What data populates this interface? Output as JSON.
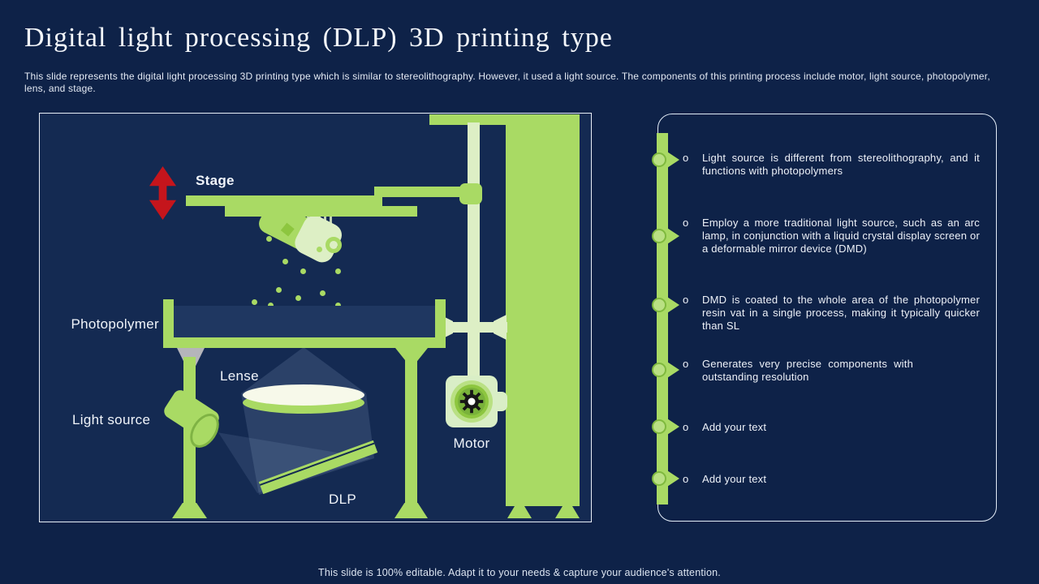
{
  "slide": {
    "title": "Digital light processing (DLP) 3D printing type",
    "subtitle": "This slide represents the digital light processing 3D printing type which is similar to stereolithography. However, it used a light source. The components of this printing process include motor, light source, photopolymer, lens, and stage.",
    "footer": "This slide is 100% editable. Adapt it to your needs & capture your audience's attention."
  },
  "diagram": {
    "labels": {
      "stage": "Stage",
      "photopolymer": "Photopolymer",
      "lense": "Lense",
      "light_source": "Light source",
      "dlp": "DLP",
      "motor": "Motor"
    }
  },
  "panel": {
    "bullet_marker": "o",
    "bullets": [
      {
        "text": "Light source is different from stereolithography, and it functions with photopolymers"
      },
      {
        "text": "Employ a more traditional light source, such as an arc lamp, in conjunction with a liquid crystal display screen or a deformable mirror device (DMD)"
      },
      {
        "text": "DMD is coated to the whole area of the photopolymer resin vat in a single process, making it typically quicker than SL"
      },
      {
        "text": "Generates very precise components with outstanding resolution"
      },
      {
        "text": "Add your text"
      },
      {
        "text": "Add your text"
      }
    ]
  },
  "colors": {
    "background": "#0e2248",
    "diagram_background": "#142a52",
    "accent_green": "#a9da64",
    "pale_green": "#ddefc5",
    "dark_green": "#7fb93e",
    "red_arrow": "#c5151c",
    "resin_liquid": "#1f3761",
    "text": "#f0f4fa"
  }
}
